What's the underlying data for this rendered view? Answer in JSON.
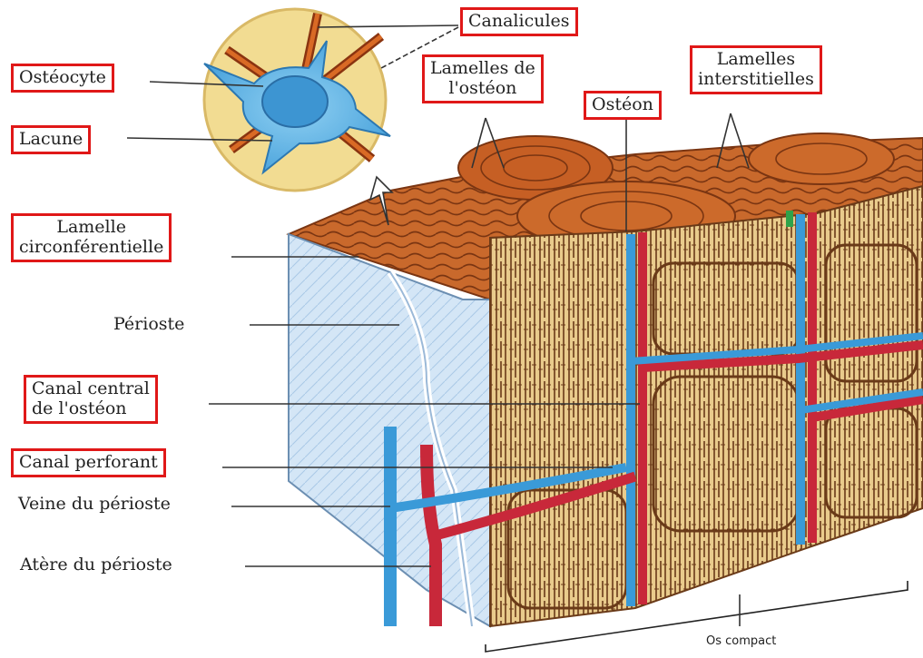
{
  "labels": {
    "canalicules": "Canalicules",
    "osteocyte": "Ostéocyte",
    "lacune": "Lacune",
    "lamelles_osteon_1": "Lamelles de",
    "lamelles_osteon_2": "l'ostéon",
    "osteon": "Ostéon",
    "lamelles_inter_1": "Lamelles",
    "lamelles_inter_2": "interstitielles",
    "lamelle_circ_1": "Lamelle",
    "lamelle_circ_2": "circonférentielle",
    "perioste": "Périoste",
    "canal_central_1": "Canal central",
    "canal_central_2": "de l'ostéon",
    "canal_perforant": "Canal perforant",
    "veine": "Veine du périoste",
    "artere": "Atère du périoste",
    "os_compact": "Os compact"
  },
  "colors": {
    "label_box": "#e01818",
    "bone": "#e8c989",
    "lamella": "#c7652a",
    "artery": "#c8283a",
    "vein": "#3a9ad8",
    "periosteum": "#d8e8f6"
  }
}
